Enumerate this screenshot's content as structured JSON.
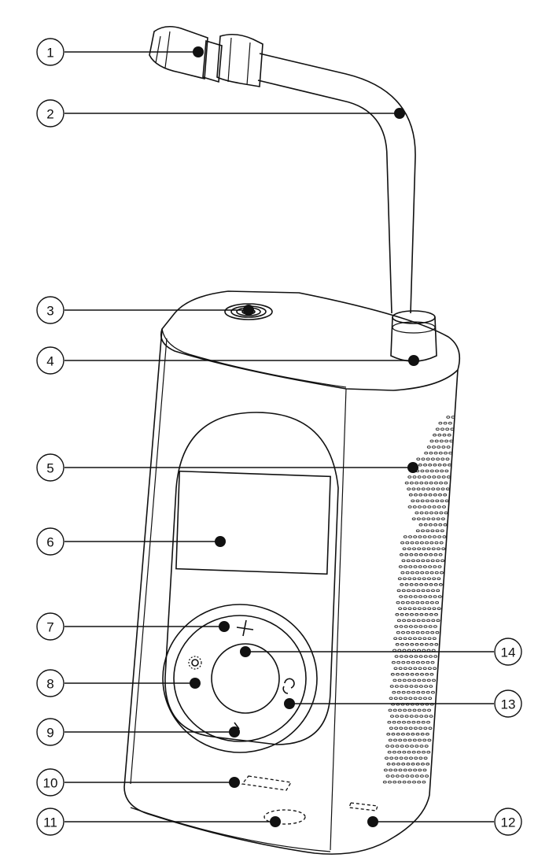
{
  "callouts": [
    {
      "id": "1"
    },
    {
      "id": "2"
    },
    {
      "id": "3"
    },
    {
      "id": "4"
    },
    {
      "id": "5"
    },
    {
      "id": "6"
    },
    {
      "id": "7"
    },
    {
      "id": "8"
    },
    {
      "id": "9"
    },
    {
      "id": "10"
    },
    {
      "id": "11"
    },
    {
      "id": "12"
    },
    {
      "id": "13"
    },
    {
      "id": "14"
    }
  ],
  "icons": {
    "plus": "plus-icon",
    "minus": "minus-icon",
    "light": "light-icon",
    "cycle": "cycle-icon"
  },
  "colors": {
    "stroke": "#111111",
    "background": "#ffffff"
  }
}
